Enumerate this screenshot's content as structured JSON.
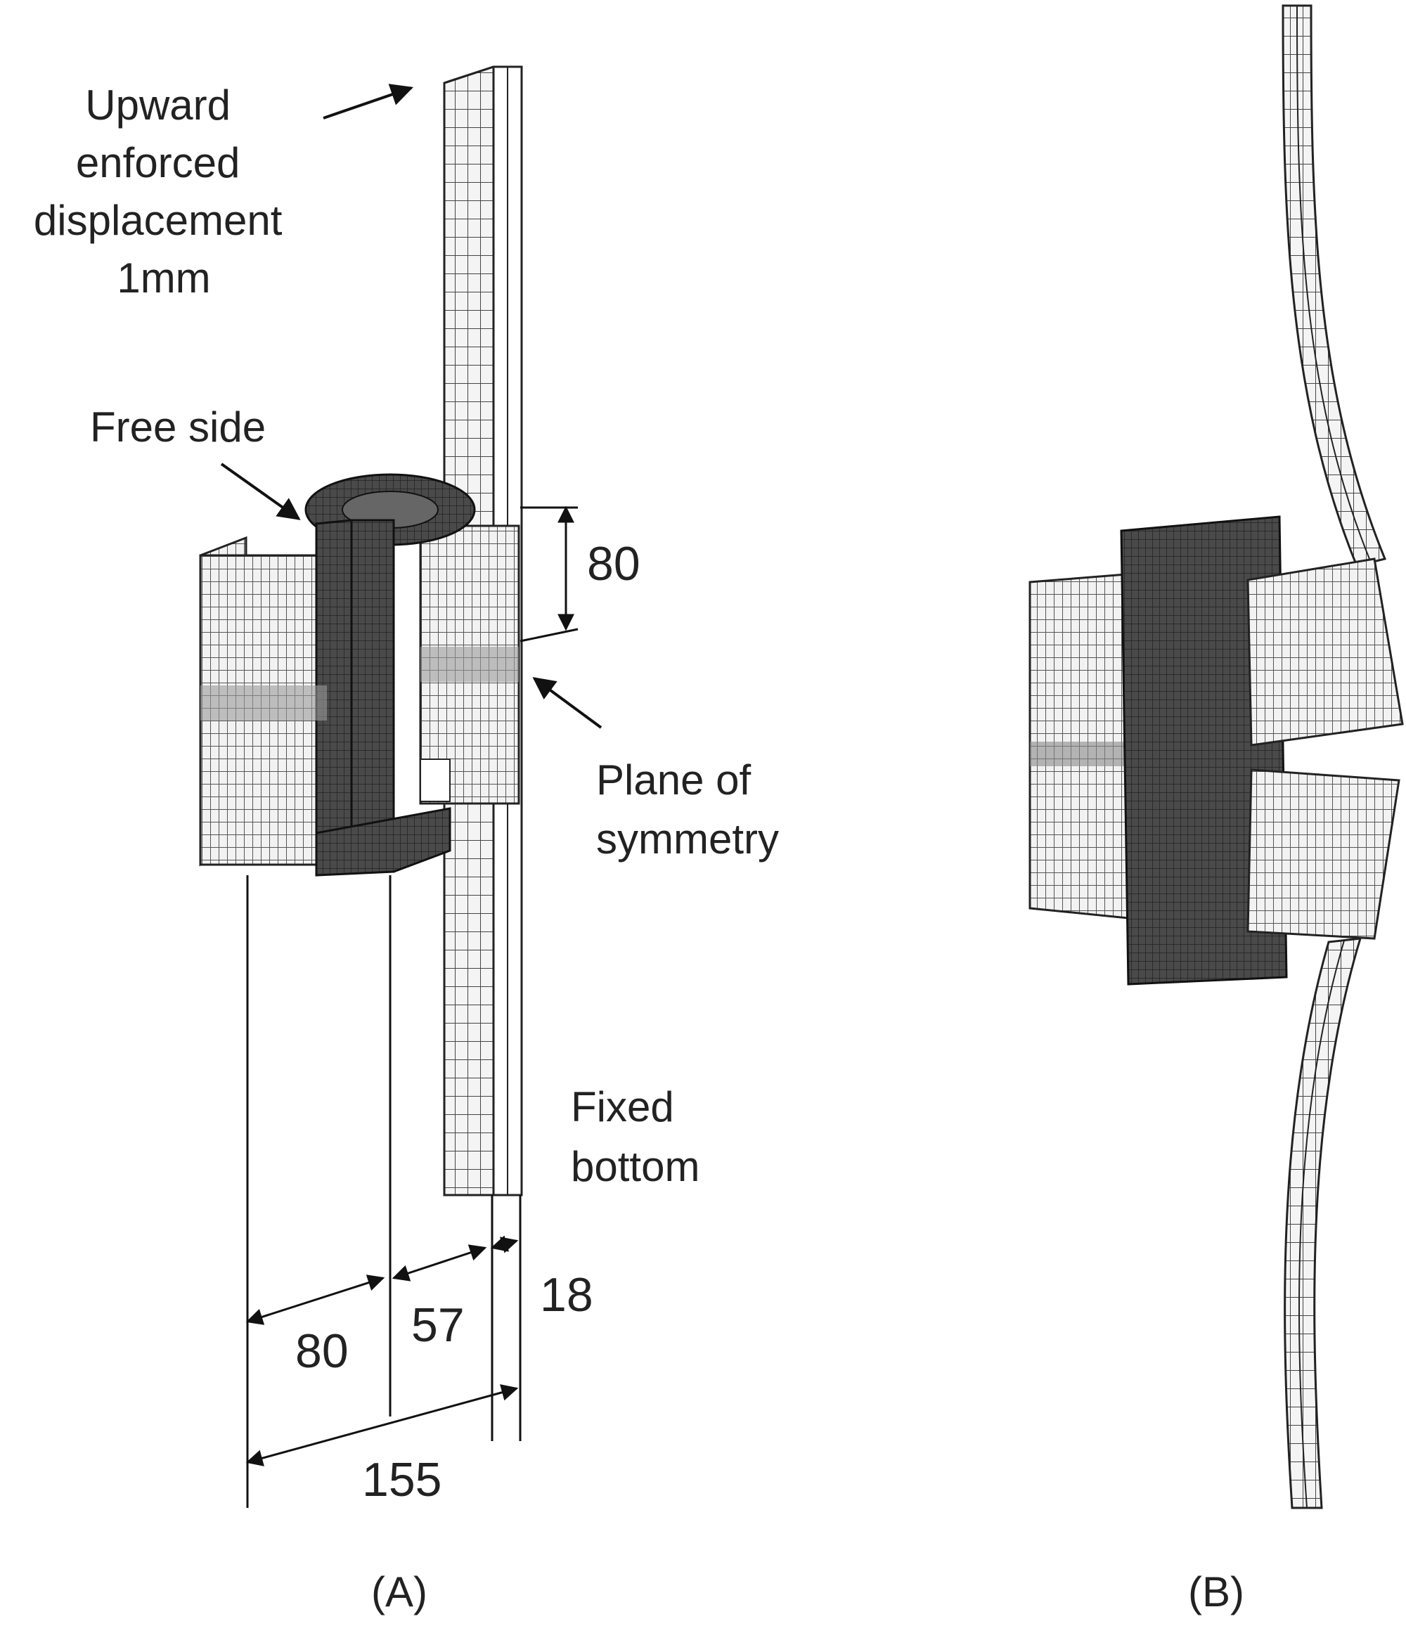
{
  "labels": {
    "upward": [
      "Upward",
      "enforced",
      "displacement",
      "1mm"
    ],
    "free_side": "Free side",
    "plane": [
      "Plane of",
      "symmetry"
    ],
    "fixed": [
      "Fixed",
      "bottom"
    ]
  },
  "dimensions": {
    "d80_vertical": "80",
    "d80_horizontal": "80",
    "d57": "57",
    "d18": "18",
    "d155": "155"
  },
  "captions": {
    "a": "(A)",
    "b": "(B)"
  }
}
